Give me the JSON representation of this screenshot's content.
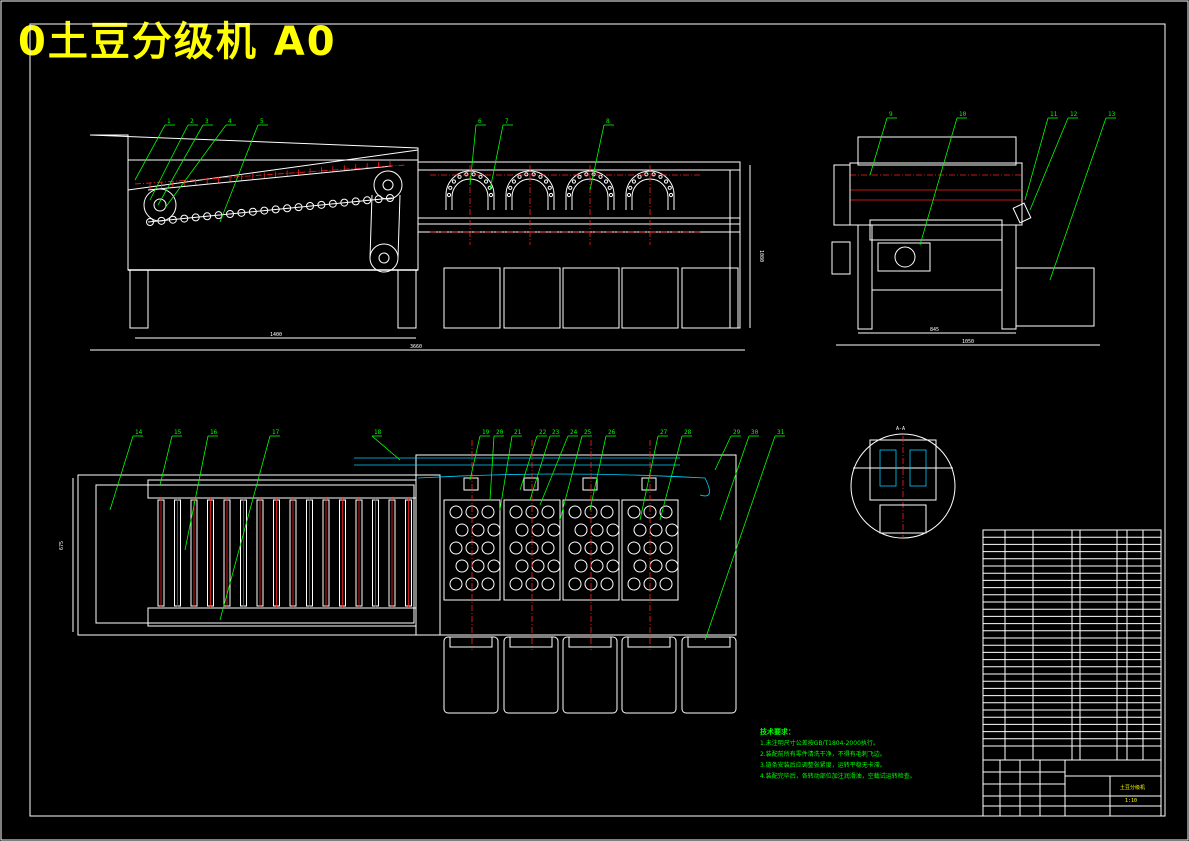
{
  "title": "0土豆分级机 A0",
  "colors": {
    "background": "#000000",
    "title": "#ffff00",
    "outline": "#ffffff",
    "leader": "#00ff00",
    "centerline": "#ff2020",
    "accent": "#00d0ff"
  },
  "side_view": {
    "balloons": [
      "1",
      "2",
      "3",
      "4",
      "5",
      "6",
      "7",
      "8"
    ],
    "dims": {
      "lower": "1400",
      "overall": "3660",
      "height": "1080"
    }
  },
  "end_view": {
    "balloons": [
      "9",
      "10",
      "11",
      "12",
      "13"
    ],
    "dims": {
      "inner": "845",
      "overall": "1050"
    }
  },
  "plan_view": {
    "balloons": [
      "14",
      "15",
      "16",
      "17",
      "18",
      "19",
      "20",
      "21",
      "22",
      "23",
      "24",
      "25",
      "26",
      "27",
      "28",
      "29",
      "30",
      "31"
    ],
    "dims": {
      "width": "675"
    }
  },
  "section_label": "A-A",
  "notes": {
    "heading": "技术要求：",
    "lines": [
      "1.未注明尺寸公差按GB/T1804-2000执行。",
      "2.装配前所有零件清洗干净，不得有毛刺飞边。",
      "3.链条安装后应调整张紧度，运转平稳无卡滞。",
      "4.装配完毕后，各转动部位加注润滑油，空载试运转检查。"
    ]
  },
  "title_block": {
    "drawing_name": "土豆分级机",
    "scale": "1:10"
  }
}
